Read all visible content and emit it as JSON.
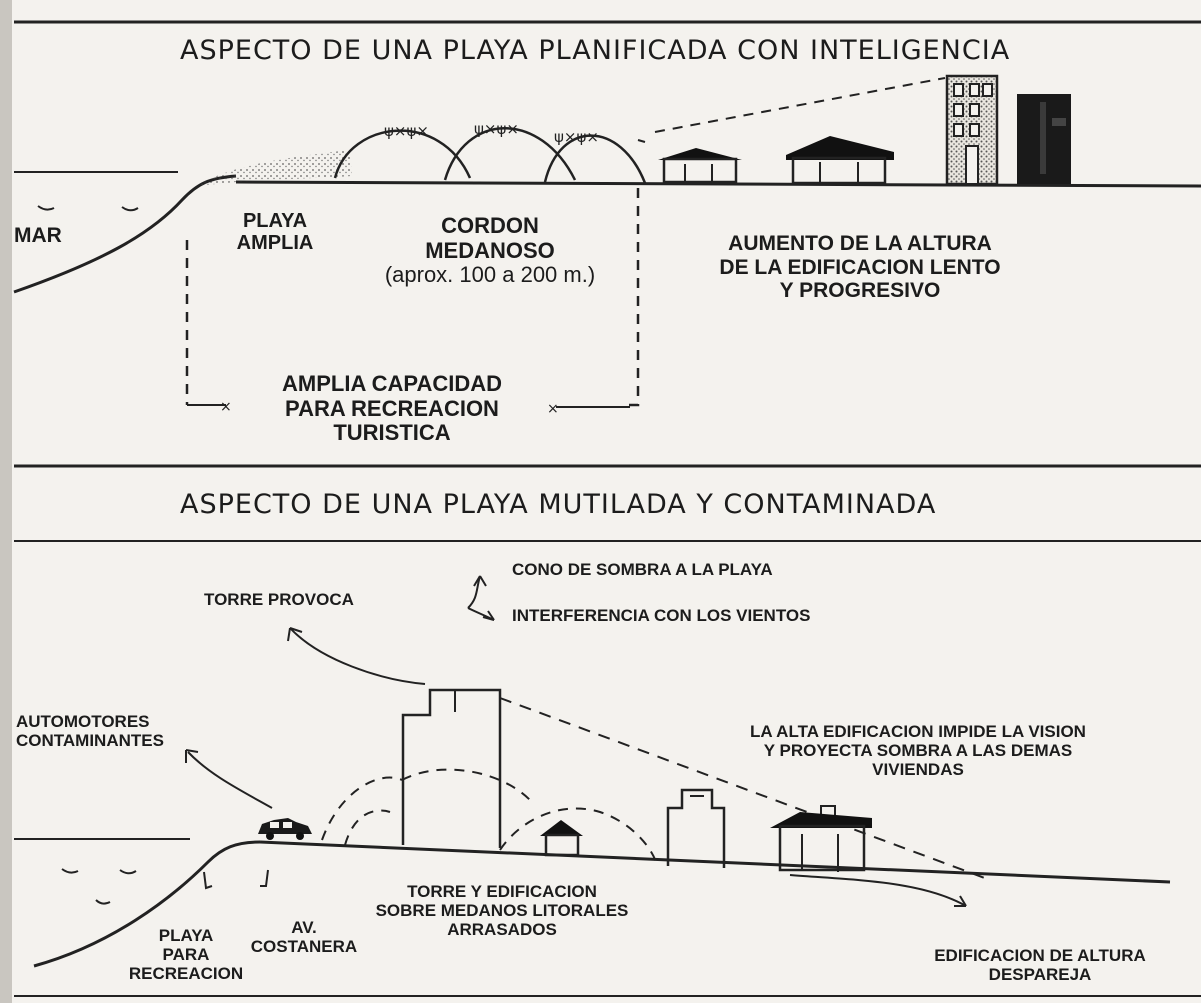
{
  "top": {
    "title": "ASPECTO DE UNA PLAYA PLANIFICADA CON INTELIGENCIA",
    "mar": "MAR",
    "playa_amplia": [
      "PLAYA",
      "AMPLIA"
    ],
    "cordon": [
      "CORDON",
      "MEDANOSO",
      "(aprox. 100 a 200 m.)"
    ],
    "aumento": [
      "AUMENTO DE LA ALTURA",
      "DE LA EDIFICACION LENTO",
      "Y PROGRESIVO"
    ],
    "capacidad": [
      "AMPLIA CAPACIDAD",
      "PARA RECREACION",
      "TURISTICA"
    ]
  },
  "bottom": {
    "title": "ASPECTO DE UNA PLAYA MUTILADA Y CONTAMINADA",
    "cono": "CONO DE SOMBRA A LA PLAYA",
    "torre_provoca": "TORRE PROVOCA",
    "interferencia": "INTERFERENCIA CON LOS VIENTOS",
    "automotores": [
      "AUTOMOTORES",
      "CONTAMINANTES"
    ],
    "alta_edificacion": [
      "LA ALTA EDIFICACION IMPIDE LA VISION",
      "Y PROYECTA SOMBRA A LAS DEMAS",
      "VIVIENDAS"
    ],
    "torre_edificacion": [
      "TORRE Y EDIFICACION",
      "SOBRE MEDANOS LITORALES",
      "ARRASADOS"
    ],
    "playa_recreacion": [
      "PLAYA",
      "PARA",
      "RECREACION"
    ],
    "av_costanera": [
      "AV.",
      "COSTANERA"
    ],
    "edificacion_altura": [
      "EDIFICACION DE ALTURA",
      "DESPAREJA"
    ]
  }
}
